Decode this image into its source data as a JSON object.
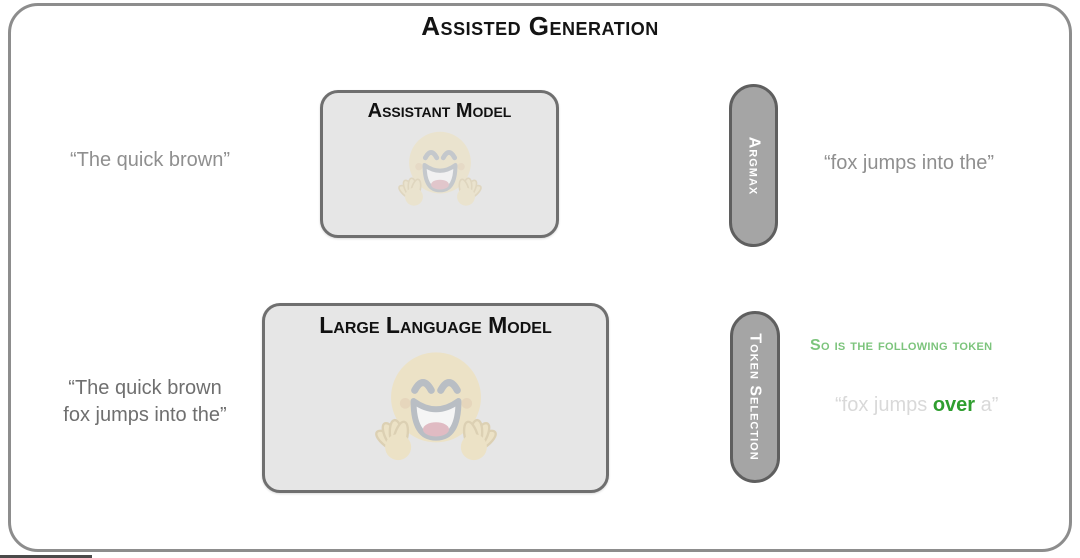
{
  "slide": {
    "title": "Assisted Generation"
  },
  "top_row": {
    "input_text": "“The quick brown”",
    "model_title": "Assistant Model",
    "pill_label": "Argmax",
    "output_text": "“fox jumps into the”"
  },
  "bottom_row": {
    "input_line1": "“The quick brown",
    "input_line2": "fox jumps into the”",
    "model_title": "Large Language Model",
    "pill_label": "Token Selection",
    "annotation": "So is the following token",
    "output_prefix": "“fox jumps ",
    "output_highlight": "over",
    "output_suffix": " a”"
  },
  "icons": {
    "assistant_emoji": "hugging-face-emoji",
    "llm_emoji": "hugging-face-emoji"
  },
  "colors": {
    "frame_border": "#8d8d8d",
    "box_fill": "#e6e6e6",
    "box_border": "#6f6f6f",
    "pill_fill": "#a5a5a5",
    "pill_border": "#5f5f5f",
    "pill_text": "#ffffff",
    "muted_text": "#8f8f8f",
    "dark_muted_text": "#6f6f6f",
    "faded_text": "#d9d9d9",
    "annotation_green": "#7cc47c",
    "highlight_green": "#2f9e2f",
    "emoji_yellow": "#f4e0a6"
  }
}
